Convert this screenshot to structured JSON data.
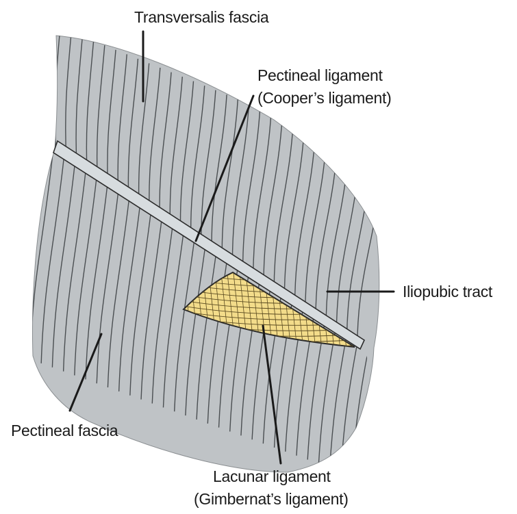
{
  "labels": {
    "transversalis_fascia": "Transversalis fascia",
    "pectineal_ligament_line1": "Pectineal ligament",
    "pectineal_ligament_line2": "(Cooper’s ligament)",
    "iliopubic_tract": "Iliopubic tract",
    "pectineal_fascia": "Pectineal fascia",
    "lacunar_ligament_line1": "Lacunar ligament",
    "lacunar_ligament_line2": "(Gimbernat’s ligament)"
  },
  "colors": {
    "fascia": "#bfc3c6",
    "fiber": "#4a4e51",
    "ligament_band": "#d7dcdf",
    "lacunar": "#f3dc8a",
    "text": "#1a1a1a"
  }
}
